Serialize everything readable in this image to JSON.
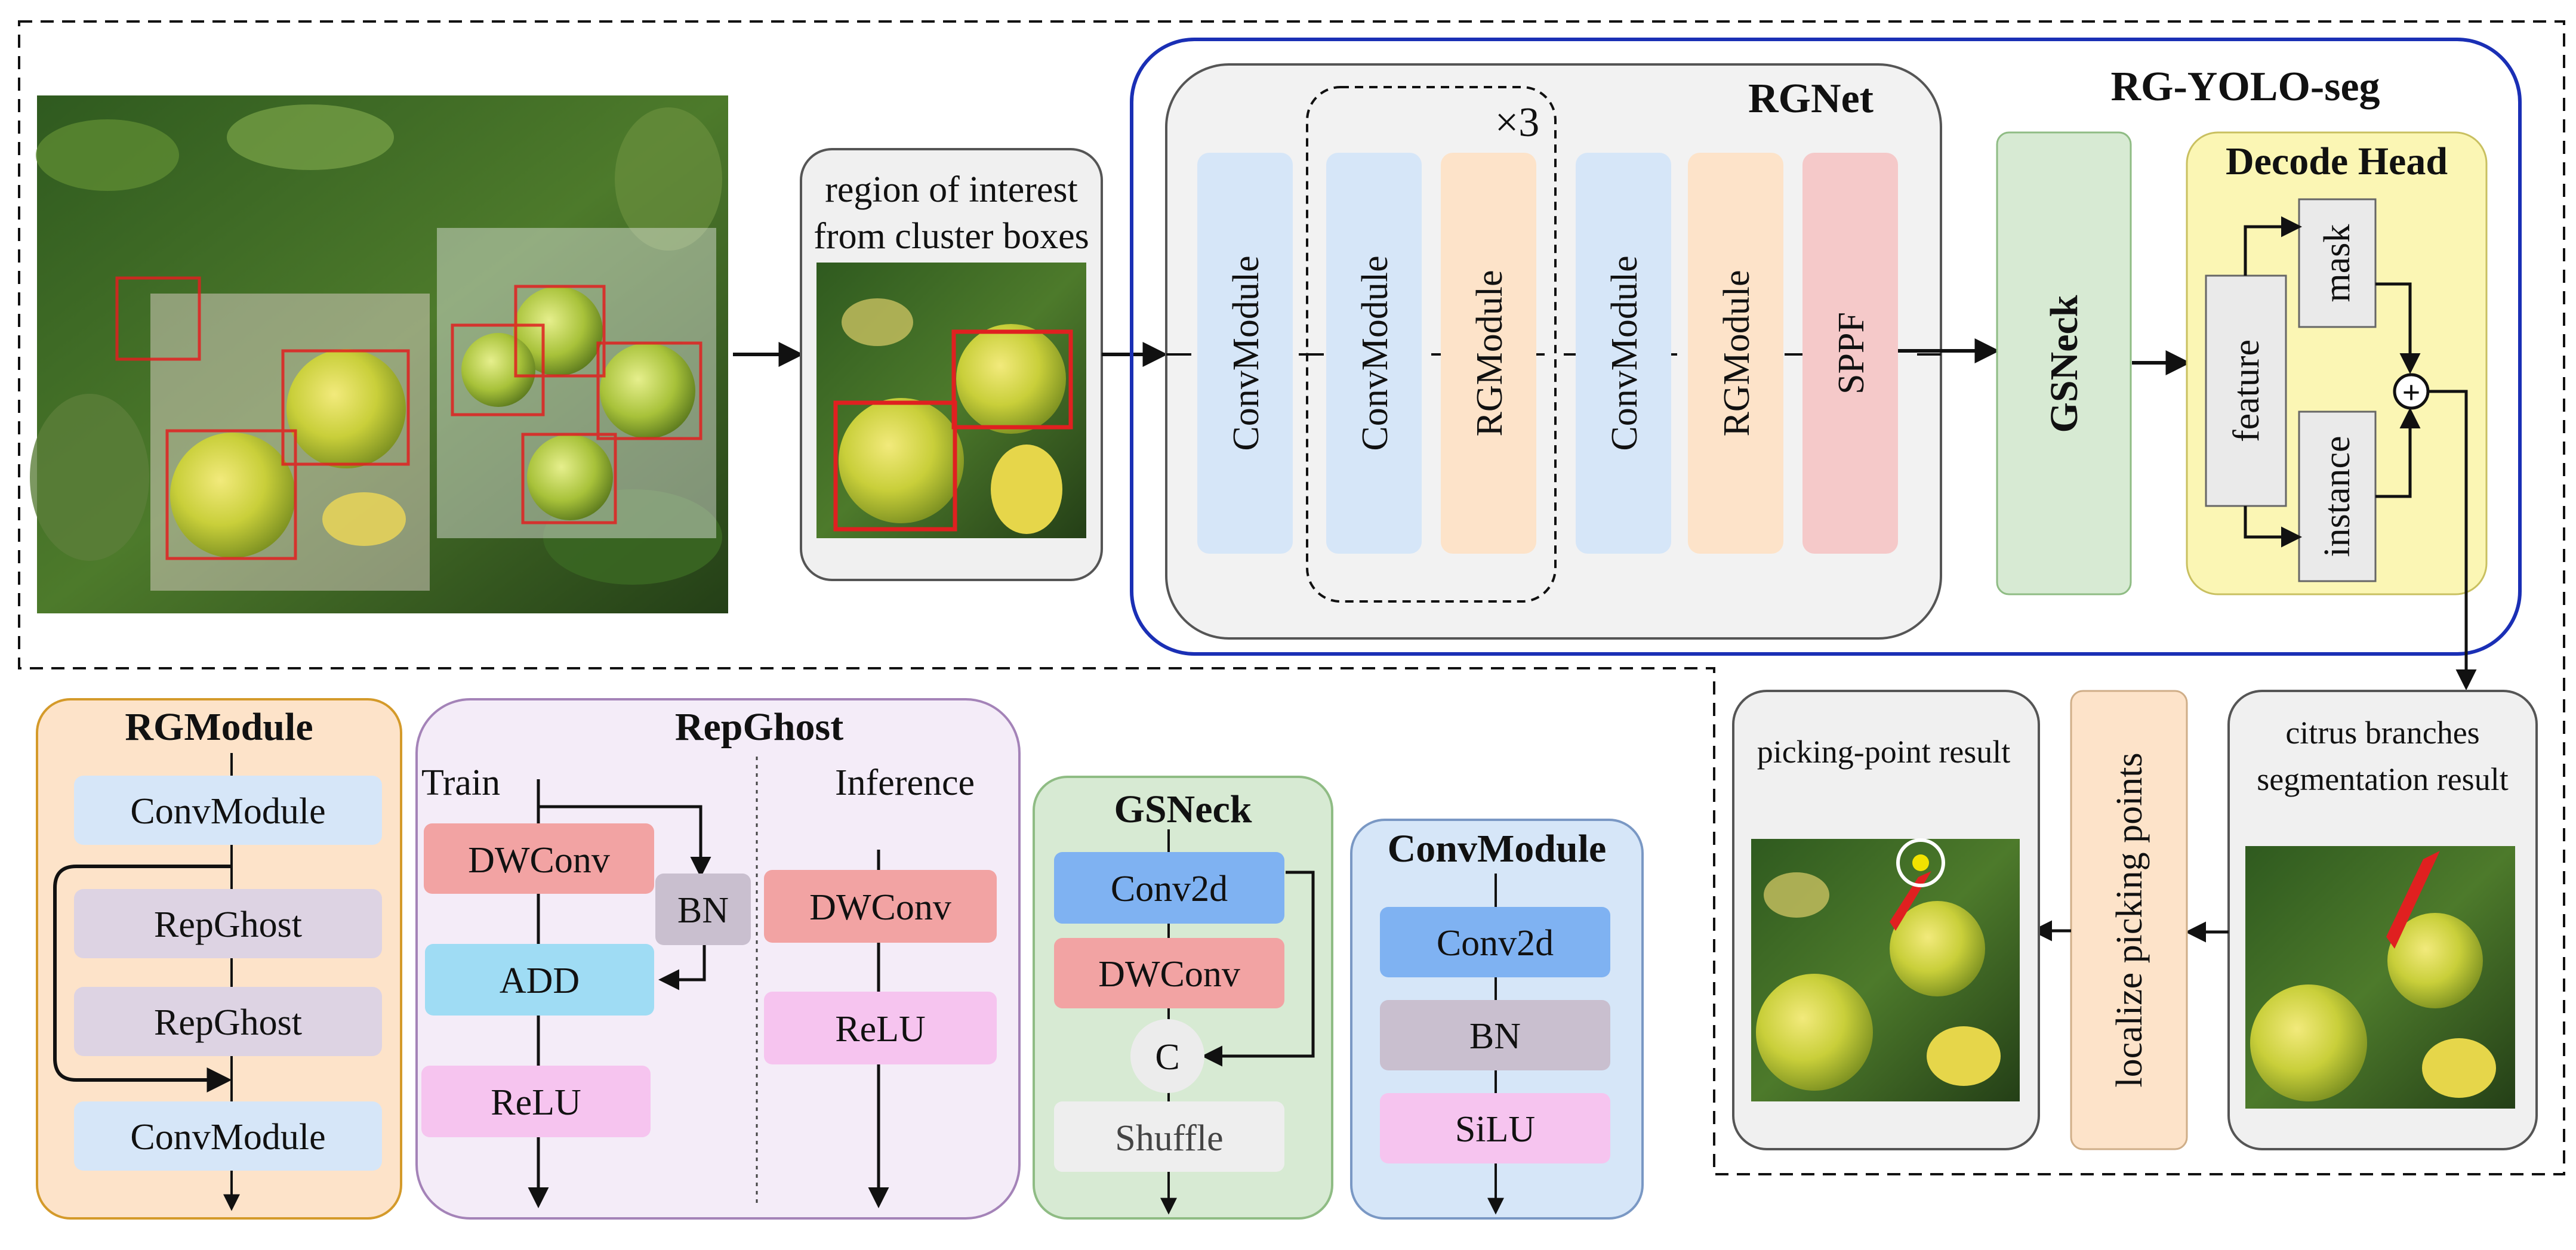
{
  "colors": {
    "blue_block": "#d6e6f8",
    "orange_block": "#fde3c9",
    "pink_block": "#f5c9c9",
    "green_block": "#d7ead3",
    "yellow_head": "#fbf6b4",
    "gray_block": "#eaeaea",
    "conv2d": "#7fb2f2",
    "dwconv": "#f2a3a3",
    "relu": "#f6c4ef",
    "bn": "#c9bfcf",
    "add": "#9fdcf4",
    "repghost": "#ddd3e3",
    "rg_blue_frame": "#1a2fb5",
    "bbox_red": "#e02020"
  },
  "top": {
    "framework_title": "RG-YOLO-seg",
    "roi_caption_line1": "region of interest",
    "roi_caption_line2": "from cluster boxes",
    "rgnet": {
      "title": "RGNet",
      "repeat": "×3",
      "blocks": [
        "ConvModule",
        "ConvModule",
        "RGModule",
        "ConvModule",
        "RGModule",
        "SPPF"
      ]
    },
    "neck_label": "GSNeck",
    "decode_head": {
      "title": "Decode Head",
      "feature": "feature",
      "mask": "mask",
      "instance": "instance",
      "plus": "+"
    }
  },
  "bottom_right": {
    "segmentation_caption_line1": "citrus branches",
    "segmentation_caption_line2": "segmentation result",
    "localize_label": "localize picking points",
    "picking_caption": "picking-point result"
  },
  "rgmodule": {
    "title": "RGModule",
    "items": [
      "ConvModule",
      "RepGhost",
      "RepGhost",
      "ConvModule"
    ]
  },
  "repghost": {
    "title": "RepGhost",
    "train_label": "Train",
    "inference_label": "Inference",
    "train_items": [
      "DWConv",
      "BN",
      "ADD",
      "ReLU"
    ],
    "inference_items": [
      "DWConv",
      "ReLU"
    ]
  },
  "gsneck": {
    "title": "GSNeck",
    "items": [
      "Conv2d",
      "DWConv",
      "C",
      "Shuffle"
    ]
  },
  "convmodule": {
    "title": "ConvModule",
    "items": [
      "Conv2d",
      "BN",
      "SiLU"
    ]
  }
}
